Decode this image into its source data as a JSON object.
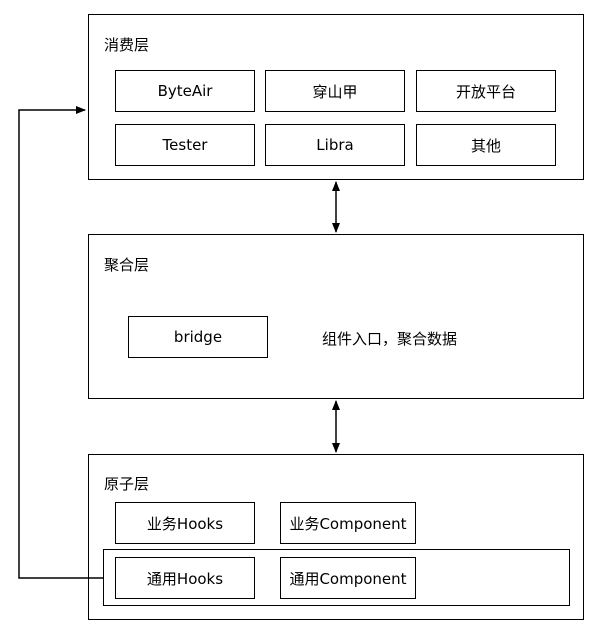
{
  "consumer_layer": {
    "title": "消费层",
    "items": [
      "ByteAir",
      "穿山甲",
      "开放平台",
      "Tester",
      "Libra",
      "其他"
    ]
  },
  "aggregation_layer": {
    "title": "聚合层",
    "bridge": "bridge",
    "note": "组件入口，聚合数据"
  },
  "atomic_layer": {
    "title": "原子层",
    "business_hooks": "业务Hooks",
    "business_component": "业务Component",
    "common_hooks": "通用Hooks",
    "common_component": "通用Component"
  }
}
